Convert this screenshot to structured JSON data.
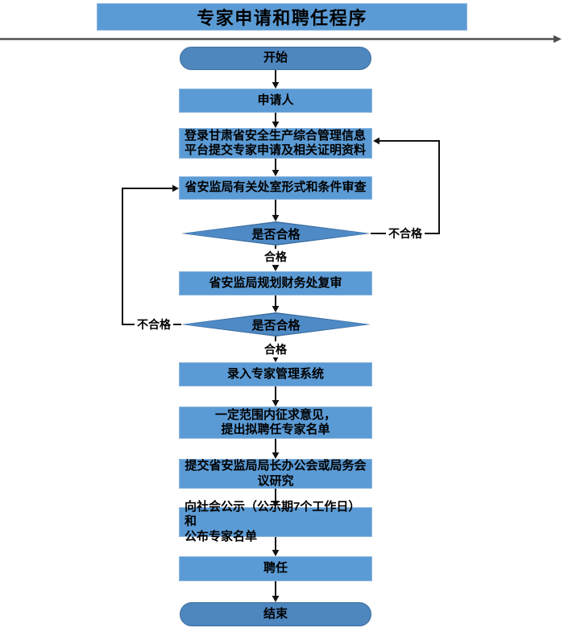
{
  "title": "专家申请和聘任程序",
  "nodes": {
    "start": "开始",
    "applicant": "申请人",
    "login": "登录甘肃省安全生产综合管理信息\n平台提交专家申请及相关证明资料",
    "form_review": "省安监局有关处室形式和条件审查",
    "decision1": "是否合格",
    "finance_review": "省安监局规划财务处复审",
    "decision2": "是否合格",
    "register": "录入专家管理系统",
    "solicit": "一定范围内征求意见，\n提出拟聘任专家名单",
    "submit_meeting": "提交省安监局局长办公会或局务会\n议研究",
    "publicity": "向社会公示（公示期7个工作日）和\n公布专家名单",
    "appoint": "聘任",
    "end": "结束"
  },
  "edge_labels": {
    "qualified": "合格",
    "unqualified": "不合格"
  },
  "edges": [
    {
      "from": "start",
      "to": "applicant"
    },
    {
      "from": "applicant",
      "to": "login"
    },
    {
      "from": "login",
      "to": "form_review"
    },
    {
      "from": "form_review",
      "to": "decision1"
    },
    {
      "from": "decision1",
      "to": "finance_review",
      "label": "合格"
    },
    {
      "from": "decision1",
      "to": "login",
      "label": "不合格"
    },
    {
      "from": "finance_review",
      "to": "decision2"
    },
    {
      "from": "decision2",
      "to": "register",
      "label": "合格"
    },
    {
      "from": "decision2",
      "to": "form_review",
      "label": "不合格"
    },
    {
      "from": "register",
      "to": "solicit"
    },
    {
      "from": "solicit",
      "to": "submit_meeting"
    },
    {
      "from": "submit_meeting",
      "to": "publicity"
    },
    {
      "from": "publicity",
      "to": "appoint"
    },
    {
      "from": "appoint",
      "to": "end"
    }
  ],
  "colors": {
    "process_fill": "#5B9BD5",
    "process_border": "#8AB4DE",
    "terminal_fill": "#4E86BE",
    "decision_fill": "#4E8AC6",
    "shape_border": "#3E6F9F",
    "connector": "#111111",
    "top_rule": "#4F4F4F",
    "text": "#000000"
  }
}
